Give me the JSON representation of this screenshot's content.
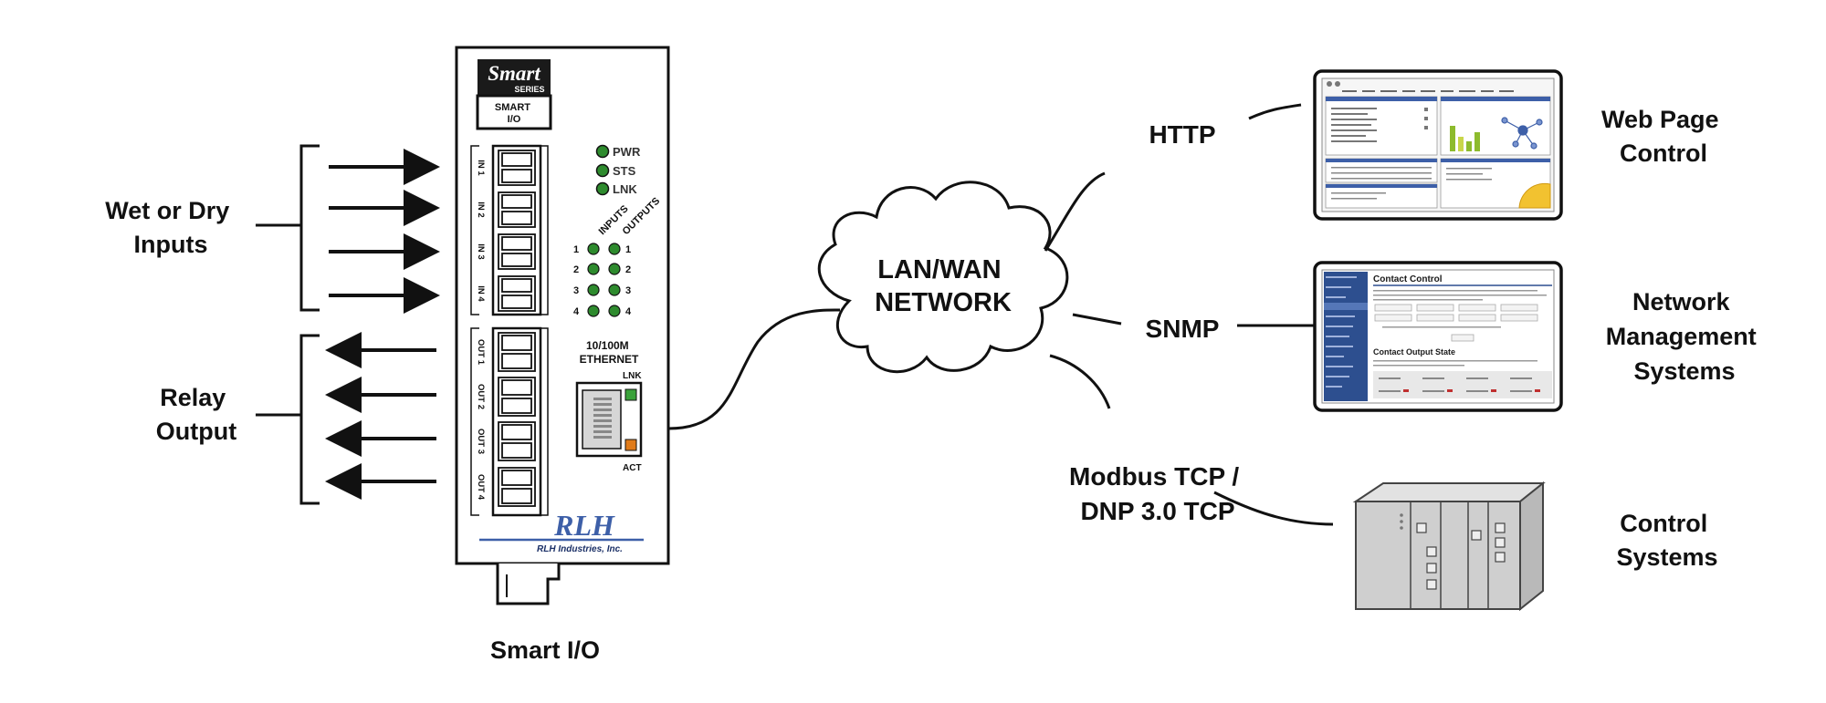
{
  "labels": {
    "inputs": [
      "Wet or Dry",
      "Inputs"
    ],
    "relay": [
      "Relay",
      "Output"
    ],
    "device_caption": "Smart I/O",
    "network": [
      "LAN/WAN",
      "NETWORK"
    ],
    "protocols": {
      "http": "HTTP",
      "snmp": "SNMP",
      "modbus": [
        "Modbus TCP /",
        "DNP 3.0 TCP"
      ]
    },
    "systems": {
      "web": [
        "Web Page",
        "Control"
      ],
      "nms": [
        "Network",
        "Management",
        "Systems"
      ],
      "control": [
        "Control",
        "Systems"
      ]
    }
  },
  "device": {
    "logo_top": "Smart",
    "logo_sub": "SERIES",
    "model": [
      "SMART",
      "I/O"
    ],
    "leds": [
      "PWR",
      "STS",
      "LNK"
    ],
    "ports_in": [
      "IN 1",
      "IN 2",
      "IN 3",
      "IN 4"
    ],
    "ports_out": [
      "OUT 1",
      "OUT 2",
      "OUT 3",
      "OUT 4"
    ],
    "io_headers": [
      "INPUTS",
      "OUTPUTS"
    ],
    "io_numbers": [
      "1",
      "2",
      "3",
      "4"
    ],
    "ethernet": [
      "10/100M",
      "ETHERNET"
    ],
    "eth_lnk": "LNK",
    "eth_act": "ACT",
    "brand_logo": "RLH",
    "brand_name": "RLH Industries, Inc."
  },
  "snmp_screen": {
    "title": "Contact Control",
    "subtitle": "Contact Output State"
  },
  "colors": {
    "led_green": "#2e8b2e",
    "brand_blue": "#3d5fa8",
    "port_green": "#3aa23a",
    "port_orange": "#e07b1a"
  }
}
